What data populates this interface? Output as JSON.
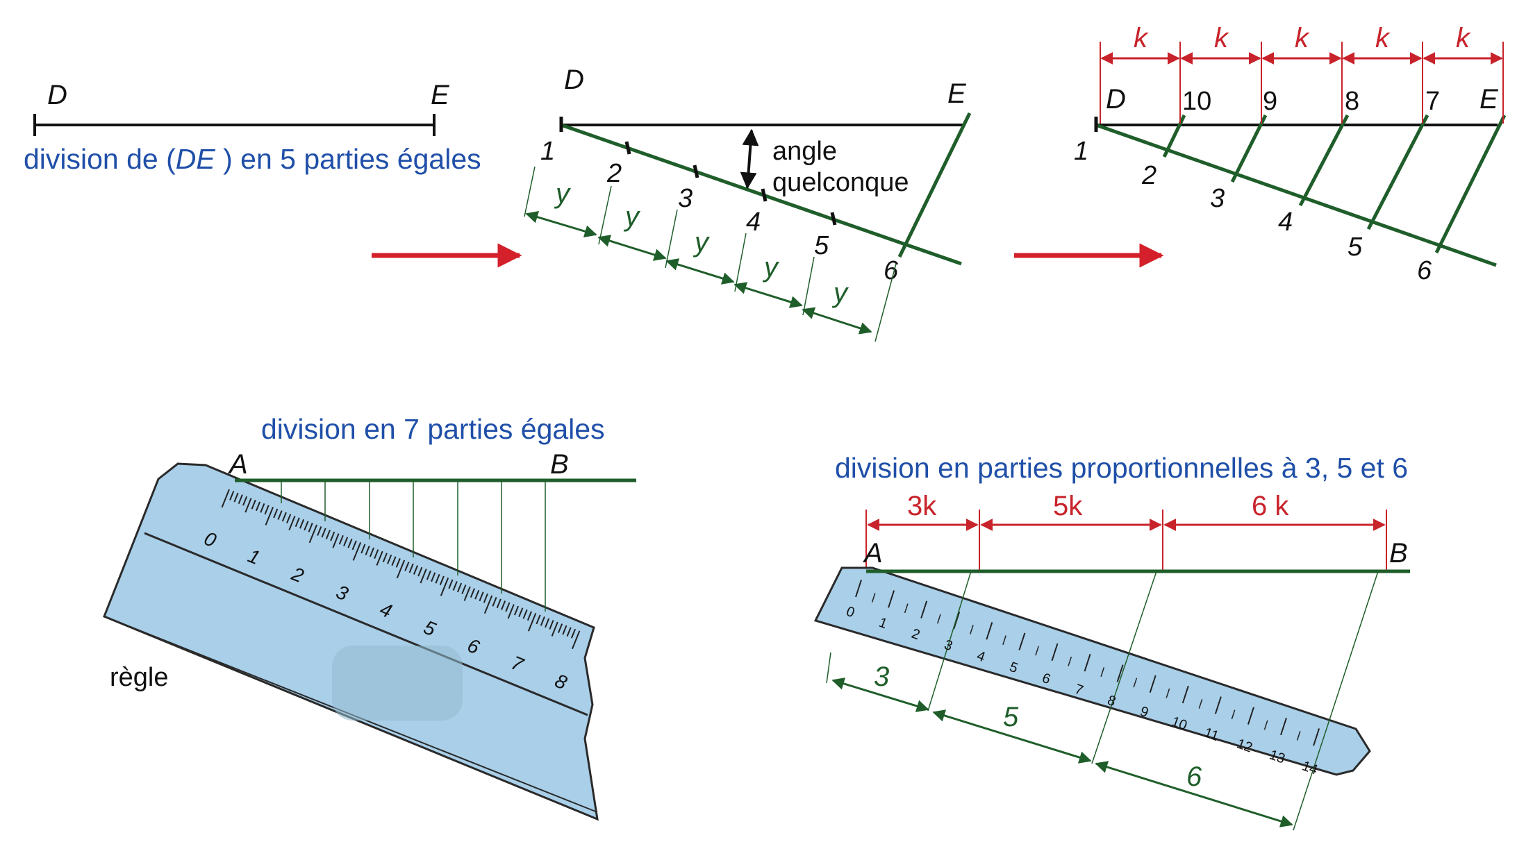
{
  "panel1": {
    "label_d": "D",
    "label_e": "E",
    "caption": "division de (DE) en 5 parties égales",
    "caption_pre": "division de (",
    "caption_de": "DE",
    "caption_post": " ) en 5 parties égales"
  },
  "panel2": {
    "label_d": "D",
    "label_e": "E",
    "points": [
      "1",
      "2",
      "3",
      "4",
      "5",
      "6"
    ],
    "y_label": "y",
    "angle_line1": "angle",
    "angle_line2": "quelconque"
  },
  "panel3": {
    "label_d": "D",
    "label_e": "E",
    "k_label": "k",
    "top_numbers": [
      "10",
      "9",
      "8",
      "7"
    ],
    "points": [
      "1",
      "2",
      "3",
      "4",
      "5",
      "6"
    ]
  },
  "panel4": {
    "title": "division en 7 parties égales",
    "label_a": "A",
    "label_b": "B",
    "ruler_numbers": [
      "0",
      "1",
      "2",
      "3",
      "4",
      "5",
      "6",
      "7",
      "8"
    ],
    "ruler_caption": "règle"
  },
  "panel5": {
    "title": "division en parties proportionnelles à 3, 5 et 6",
    "label_a": "A",
    "label_b": "B",
    "k_labels": [
      "3k",
      "5k",
      "6 k"
    ],
    "ruler_numbers": [
      "0",
      "1",
      "2",
      "3",
      "4",
      "5",
      "6",
      "7",
      "8",
      "9",
      "10",
      "11",
      "12",
      "13",
      "14"
    ],
    "green_labels": [
      "3",
      "5",
      "6"
    ]
  },
  "colors": {
    "red": "#c8232b",
    "green": "#1f5e2a",
    "blue_text": "#1f4fa8",
    "ruler": "#a9cfe9"
  }
}
